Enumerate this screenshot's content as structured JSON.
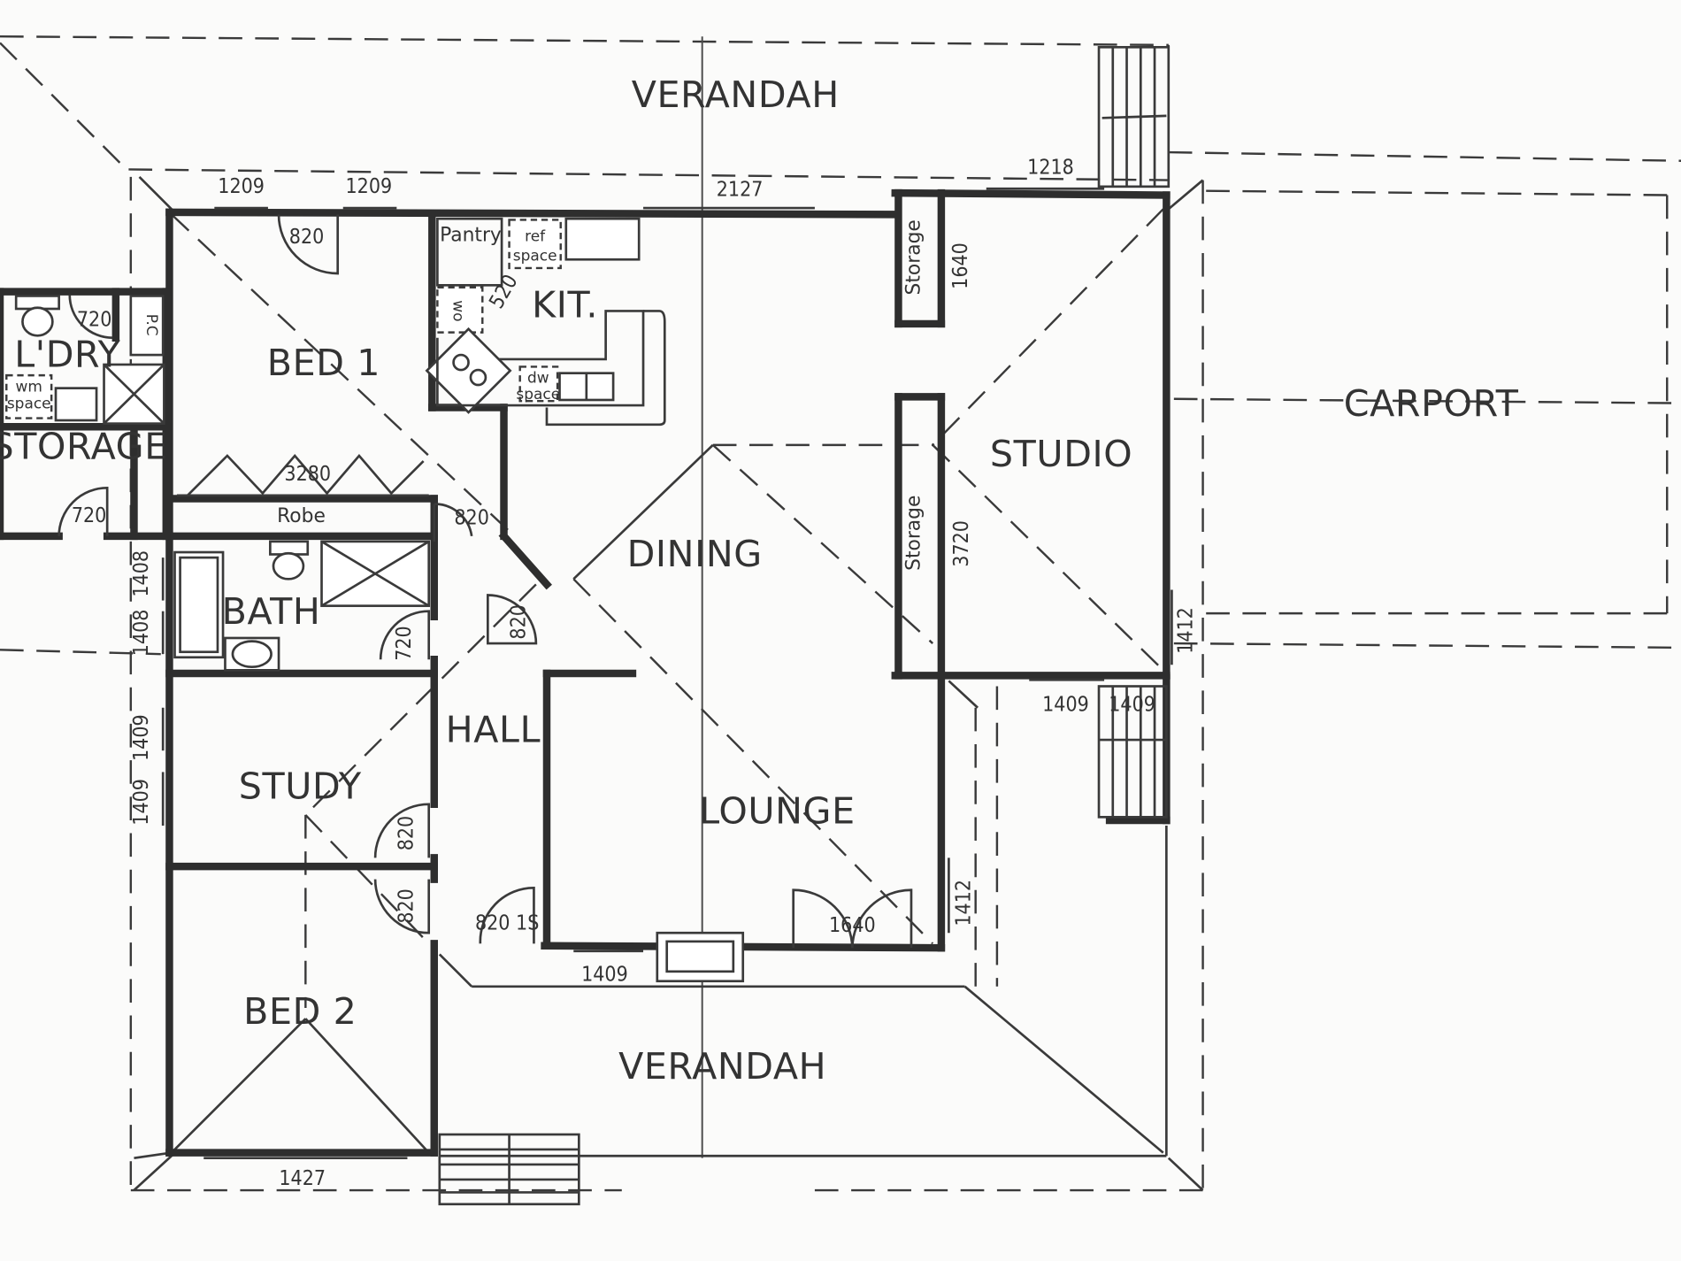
{
  "plan": {
    "rooms": {
      "verandah_top": "VERANDAH",
      "verandah_bottom": "VERANDAH",
      "carport": "CARPORT",
      "bed1": "BED 1",
      "bed2": "BED 2",
      "kitchen": "KIT.",
      "laundry": "L'DRY",
      "storage_left": "STORAGE",
      "studio": "STUDIO",
      "dining": "DINING",
      "bath": "BATH",
      "hall": "HALL",
      "study": "STUDY",
      "lounge": "LOUNGE"
    },
    "fixtures": {
      "pantry": "Pantry",
      "ref_space_line1": "ref",
      "ref_space_line2": "space",
      "wo": "wo",
      "dw_space_line1": "dw",
      "dw_space_line2": "space",
      "wm_space_line1": "wm",
      "wm_space_line2": "space",
      "pc": "P.C",
      "storage_upper": "Storage",
      "storage_lower": "Storage",
      "robe": "Robe"
    },
    "dimensions": {
      "d1209_top_a": "1209",
      "d1209_top_b": "1209",
      "d2127": "2127",
      "d1218": "1218",
      "d820_bed1": "820",
      "d720_laundry": "720",
      "d520_kitchen": "520",
      "d1640_storage": "1640",
      "d3280_robe": "3280",
      "d720_storage": "720",
      "d820_hall_top": "820",
      "d1408_a": "1408",
      "d1408_b": "1408",
      "d820_hall": "820",
      "d720_bath": "720",
      "d3720_storage": "3720",
      "d1412_studio": "1412",
      "d1409_a": "1409",
      "d1409_b": "1409",
      "d1409_study_a": "1409",
      "d1409_study_b": "1409",
      "d820_study": "820",
      "d820_bed2": "820",
      "d820_1s": "820 1S",
      "d1640_lounge": "1640",
      "d1412_lounge": "1412",
      "d1409_bottom": "1409",
      "d1427": "1427"
    }
  }
}
